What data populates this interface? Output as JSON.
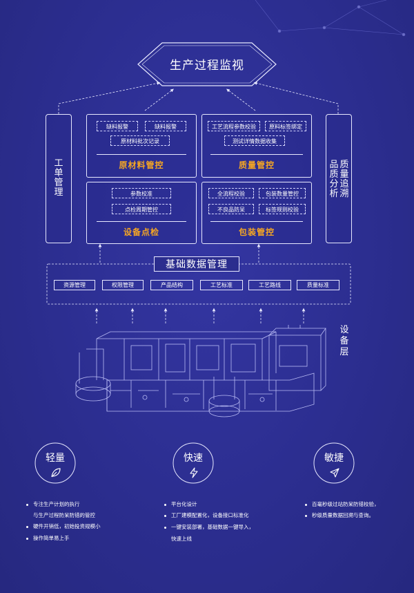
{
  "header": {
    "title": "生产过程监视"
  },
  "left_bar": {
    "label": "工单管理"
  },
  "right_bar": {
    "label_col1": "品质分析",
    "label_col2": "质量追溯"
  },
  "panels": {
    "raw_material": {
      "tags": [
        "缺料报警",
        "缺料报警",
        "原材料批次记录"
      ],
      "title": "原材料管控"
    },
    "quality": {
      "tags": [
        "工艺流程参数校验",
        "原料标签绑定",
        "测试详情数据收集"
      ],
      "title": "质量管控"
    },
    "device_check": {
      "tags": [
        "参数校准",
        "点检周期管控"
      ],
      "title": "设备点检"
    },
    "packaging": {
      "tags": [
        "全流程校验",
        "包装数量管控",
        "不良品防呆",
        "标签规则校验"
      ],
      "title": "包装管控"
    }
  },
  "base_data": {
    "title": "基础数据管理",
    "items": [
      "资源管理",
      "权限管理",
      "产品结构",
      "工艺标准",
      "工艺路线",
      "质量标准"
    ]
  },
  "equipment_layer": {
    "label": "设备层"
  },
  "features": [
    {
      "title": "轻量",
      "icon": "leaf-icon",
      "bullets": [
        "专注生产计划的执行",
        "与生产过程防呆防错的管控",
        "硬件开销低，初始投资规模小",
        "操作简单易上手"
      ],
      "bullet_dots": [
        true,
        false,
        true,
        true
      ]
    },
    {
      "title": "快速",
      "icon": "lightning-icon",
      "bullets": [
        "平台化设计",
        "工厂建模配置化，设备接口标准化",
        "一键安装部署，基础数据一键导入，",
        "快速上线"
      ],
      "bullet_dots": [
        true,
        true,
        true,
        false
      ]
    },
    {
      "title": "敏捷",
      "icon": "send-icon",
      "bullets": [
        "百毫秒级过站防呆防错校验，",
        "秒级质量数据回溯与查询。"
      ],
      "bullet_dots": [
        true,
        true
      ]
    }
  ],
  "colors": {
    "background": "#2b2d8e",
    "accent_orange": "#f5a623",
    "line": "#e8e9ff"
  }
}
